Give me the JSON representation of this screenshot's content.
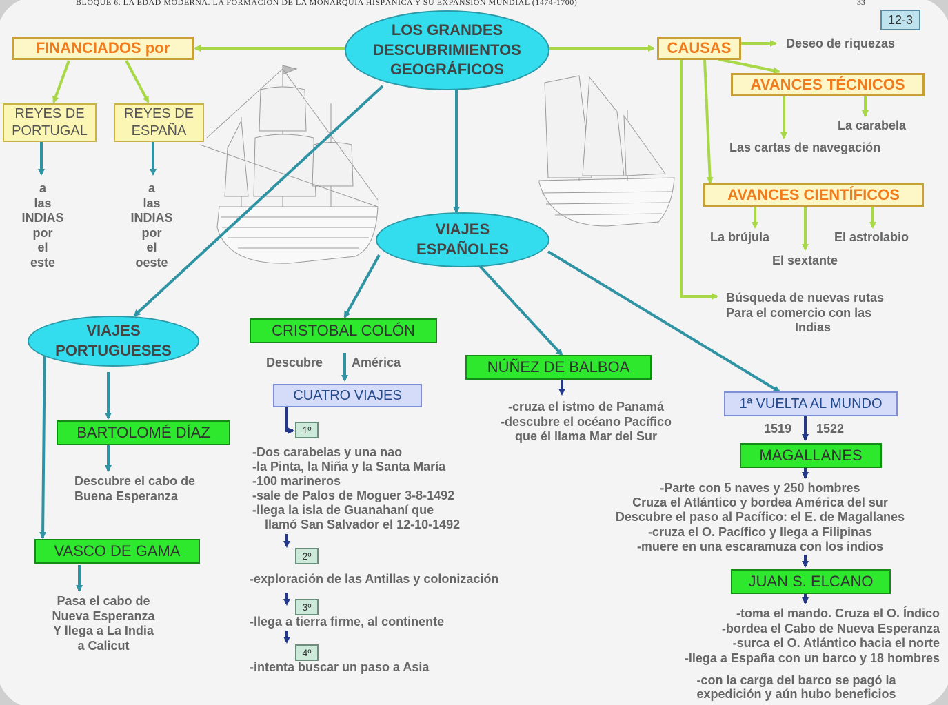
{
  "header": {
    "chapter": "BLOQUE 6. LA EDAD MODERNA. LA FORMACIÓN DE LA MONARQUÍA HISPÁNICA Y SU EXPANSIÓN MUNDIAL (1474-1700)",
    "page": "33"
  },
  "page_id": "12-3",
  "main": {
    "line1": "LOS GRANDES",
    "line2": "DESCUBRIMIENTOS",
    "line3": "GEOGRÁFICOS"
  },
  "financiados": {
    "label": "FINANCIADOS por",
    "portugal": {
      "l1": "REYES DE",
      "l2": "PORTUGAL",
      "dest": [
        "a",
        "las",
        "INDIAS",
        "por",
        "el",
        "este"
      ]
    },
    "espana": {
      "l1": "REYES DE",
      "l2": "ESPAÑA",
      "dest": [
        "a",
        "las",
        "INDIAS",
        "por",
        "el",
        "oeste"
      ]
    }
  },
  "causas": {
    "label": "CAUSAS",
    "riquezas": "Deseo de riquezas",
    "tecnicos": {
      "label": "AVANCES TÉCNICOS",
      "carabela": "La carabela",
      "cartas": "Las cartas de navegación"
    },
    "cientificos": {
      "label": "AVANCES CIENTÍFICOS",
      "brujula": "La brújula",
      "astrolabio": "El astrolabio",
      "sextante": "El sextante"
    },
    "busqueda": [
      "Búsqueda de nuevas rutas",
      "Para el comercio con las",
      "Indias"
    ]
  },
  "portugueses": {
    "l1": "VIAJES",
    "l2": "PORTUGUESES",
    "diaz": {
      "label": "BARTOLOMÉ DÍAZ",
      "text": [
        "Descubre el cabo de",
        "Buena Esperanza"
      ]
    },
    "gama": {
      "label": "VASCO DE GAMA",
      "text": [
        "Pasa el cabo de",
        "Nueva Esperanza",
        "Y llega a La India",
        "a Calicut"
      ]
    }
  },
  "espanoles": {
    "l1": "VIAJES",
    "l2": "ESPAÑOLES",
    "colon": {
      "label": "CRISTOBAL COLÓN",
      "descubre": "Descubre",
      "america": "América",
      "viajes": "CUATRO VIAJES",
      "v1": {
        "num": "1º",
        "text": [
          "-Dos carabelas y una nao",
          "-la Pinta, la Niña y la Santa María",
          "-100 marineros",
          "-sale de Palos de Moguer 3-8-1492",
          "-llega la isla de Guanahaní que",
          "  llamó San Salvador el 12-10-1492"
        ]
      },
      "v2": {
        "num": "2º",
        "text": "-exploración de las Antillas y colonización"
      },
      "v3": {
        "num": "3º",
        "text": "-llega a tierra firme, al continente"
      },
      "v4": {
        "num": "4º",
        "text": "-intenta buscar un paso a Asia"
      }
    },
    "balboa": {
      "label": "NÚÑEZ DE BALBOA",
      "text": [
        "-cruza el istmo de Panamá",
        "-descubre el océano Pacífico",
        "que él llama Mar del Sur"
      ]
    },
    "vuelta": {
      "label": "1ª VUELTA AL MUNDO",
      "y1": "1519",
      "y2": "1522",
      "magallanes": {
        "label": "MAGALLANES",
        "text": [
          "-Parte con 5 naves y 250 hombres",
          "Cruza el Atlántico y bordea América del sur",
          "Descubre el paso al Pacífico: el E. de Magallanes",
          "-cruza el O. Pacífico y llega a Filipinas",
          "-muere en una escaramuza con los indios"
        ]
      },
      "elcano": {
        "label": "JUAN S. ELCANO",
        "text": [
          "-toma el mando. Cruza el O. Índico",
          "-bordea el Cabo de Nueva Esperanza",
          "-surca el O. Atlántico hacia el norte",
          "-llega a España con un barco y 18 hombres"
        ],
        "extra": [
          "-con la carga del barco se pagó la",
          "expedición y aún hubo beneficios"
        ]
      }
    }
  }
}
